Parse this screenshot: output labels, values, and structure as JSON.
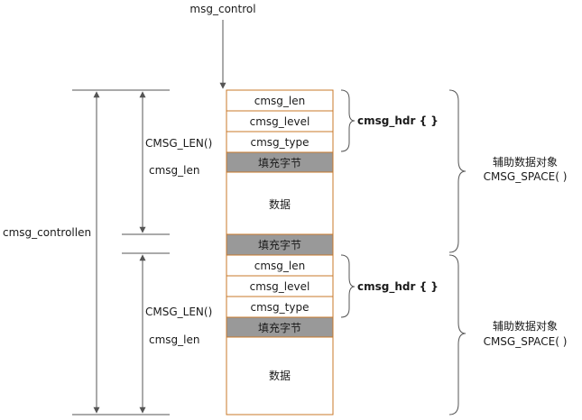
{
  "labels": {
    "msg_control": "msg_control",
    "cmsg_controllen": "cmsg_controllen",
    "cmsg_len_macro": "CMSG_LEN()",
    "cmsg_len_field": "cmsg_len",
    "cmsg_hdr": "cmsg_hdr { }",
    "aux_object": "辅助数据对象",
    "cmsg_space": "CMSG_SPACE( )"
  },
  "block1": {
    "cells": [
      "cmsg_len",
      "cmsg_level",
      "cmsg_type",
      "填充字节",
      "数据",
      "填充字节"
    ]
  },
  "block2": {
    "cells": [
      "cmsg_len",
      "cmsg_level",
      "cmsg_type",
      "填充字节",
      "数据"
    ]
  },
  "colors": {
    "border": "#c8782a",
    "padding_fill": "#999999",
    "line": "#555555"
  }
}
